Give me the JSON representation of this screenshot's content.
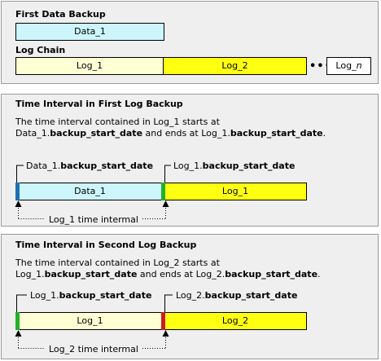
{
  "top": {
    "first_backup_title": "First Data Backup",
    "data_box": "Data_1",
    "log_chain_title": "Log Chain",
    "log1_box": "Log_1",
    "log2_box": "Log_2",
    "ellipsis": "•••",
    "logn_prefix": "Log_",
    "logn_suffix": "n"
  },
  "first_log": {
    "title": "Time Interval in First Log Backup",
    "line1": "The time interval contained in Log_1 starts at",
    "line2_a": "Data_1.",
    "line2_b": "backup_start_date",
    "line2_c": " and ends at Log_1.",
    "line2_d": "backup_start_date",
    "line2_e": ".",
    "start_label_a": "Data_1.",
    "start_label_b": "backup_start_date",
    "end_label_a": "Log_1.",
    "end_label_b": "backup_start_date",
    "data_box": "Data_1",
    "log_box": "Log_1",
    "interval_label": "Log_1 time intermal"
  },
  "second_log": {
    "title": "Time Interval in Second Log Backup",
    "line1": "The time interval contained in Log_2 starts at",
    "line2_a": "Log_1.",
    "line2_b": "backup_start_date",
    "line2_c": " and ends at Log_2.",
    "line2_d": "backup_start_date",
    "line2_e": ".",
    "start_label_a": "Log_1.",
    "start_label_b": "backup_start_date",
    "end_label_a": "Log_2.",
    "end_label_b": "backup_start_date",
    "log1_box": "Log_1",
    "log2_box": "Log_2",
    "interval_label": "Log_2 time intermal"
  },
  "colors": {
    "data": "#ccf6fb",
    "log_prev": "#ffffd4",
    "log_current": "#ffff12",
    "marker_blue": "#1f6fb8",
    "marker_green": "#22b02a",
    "marker_red": "#c81e1e"
  }
}
